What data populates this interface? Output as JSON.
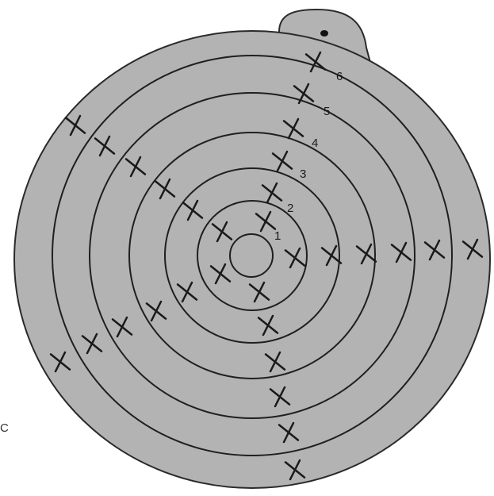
{
  "figure": {
    "side_label": "C",
    "ring_labels": [
      "1",
      "2",
      "3",
      "4",
      "5",
      "6"
    ],
    "colors": {
      "disc_fill": "#b3b3b3",
      "disc_edge": "#2a2a2a",
      "ring_stroke": "#1f1f1f",
      "mark_stroke": "#1a1a1a",
      "background": "#ffffff"
    }
  }
}
